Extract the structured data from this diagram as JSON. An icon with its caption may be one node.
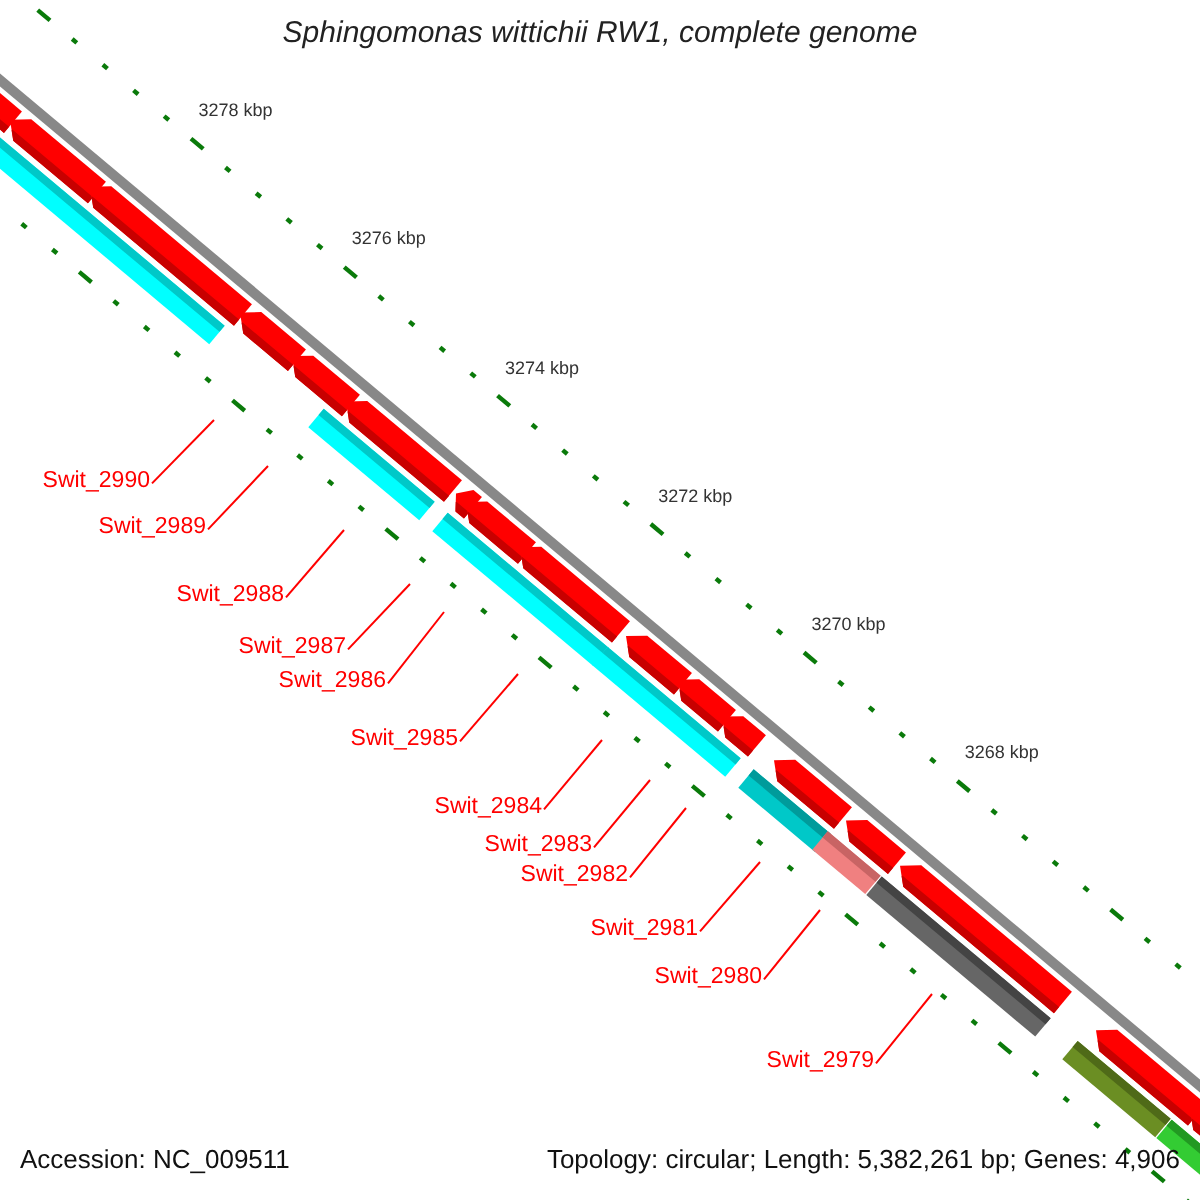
{
  "diagram": {
    "title": "Sphingomonas wittichii RW1, complete genome",
    "nodes": [
      {
        "text": [
          "Swit_2990"
        ]
      },
      {
        "text": [
          "Swit_2989"
        ]
      },
      {
        "text": [
          "Swit_2988"
        ]
      },
      {
        "text": [
          "Swit_2987"
        ]
      },
      {
        "text": [
          "Swit_2986"
        ]
      },
      {
        "text": [
          "Swit_2985"
        ]
      },
      {
        "text": [
          "Swit_2984"
        ]
      },
      {
        "text": [
          "Swit_2983"
        ]
      },
      {
        "text": [
          "Swit_2982"
        ]
      },
      {
        "text": [
          "Swit_2981"
        ]
      },
      {
        "text": [
          "Swit_2980"
        ]
      },
      {
        "text": [
          "Swit_2979"
        ]
      }
    ],
    "edges": [
      {
        "from": 0,
        "to": null,
        "arrow": "none"
      },
      {
        "from": 1,
        "to": null,
        "arrow": "none"
      },
      {
        "from": 2,
        "to": null,
        "arrow": "none"
      },
      {
        "from": 3,
        "to": null,
        "arrow": "none"
      },
      {
        "from": 4,
        "to": null,
        "arrow": "none"
      },
      {
        "from": 5,
        "to": null,
        "arrow": "none"
      },
      {
        "from": 6,
        "to": null,
        "arrow": "none"
      },
      {
        "from": 7,
        "to": null,
        "arrow": "none"
      },
      {
        "from": 8,
        "to": null,
        "arrow": "none"
      },
      {
        "from": 9,
        "to": null,
        "arrow": "none"
      },
      {
        "from": 10,
        "to": null,
        "arrow": "none"
      },
      {
        "from": 11,
        "to": null,
        "arrow": "none"
      }
    ],
    "labels": [
      "3278 kbp",
      "3276 kbp",
      "3274 kbp",
      "3272 kbp",
      "3270 kbp",
      "3268 kbp",
      "Accession: NC_009511",
      "Topology: circular; Length: 5,382,261 bp; Genes: 4,906"
    ]
  }
}
